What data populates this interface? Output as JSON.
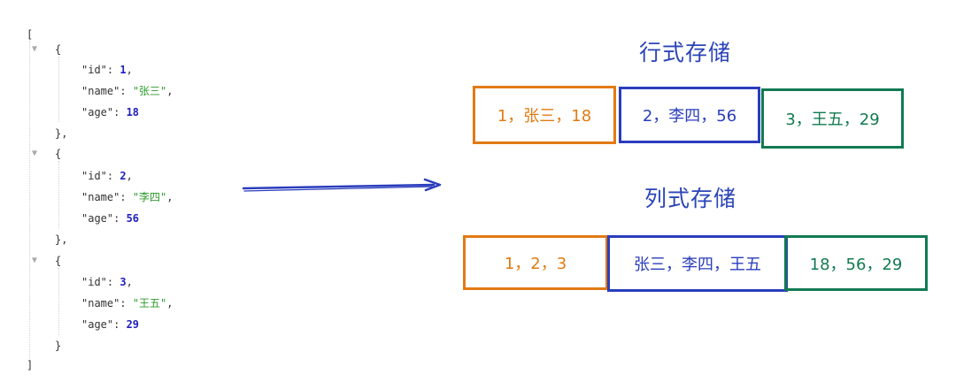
{
  "json_view": {
    "open_bracket": "[",
    "close_bracket": "]",
    "records": [
      {
        "id": "1",
        "name": "\"张三\"",
        "age": "18",
        "close": "},",
        "last": false
      },
      {
        "id": "2",
        "name": "\"李四\"",
        "age": "56",
        "close": "},",
        "last": false
      },
      {
        "id": "3",
        "name": "\"王五\"",
        "age": "29",
        "close": "}",
        "last": true
      }
    ],
    "open_brace": "{",
    "key_id": "\"id\"",
    "key_name": "\"name\"",
    "key_age": "\"age\"",
    "colon": ": ",
    "comma": ","
  },
  "row_store": {
    "title": "行式存储",
    "cells": [
      "1，张三，18",
      "2，李四，56",
      "3，王五，29"
    ]
  },
  "column_store": {
    "title": "列式存储",
    "cells": [
      "1，2，3",
      "张三，李四，王五",
      "18，56，29"
    ]
  },
  "colors": {
    "orange": "#e27a13",
    "blue": "#2a3dbd",
    "green": "#127a52",
    "string": "#2e9a2e",
    "number": "#1f1fbf"
  }
}
